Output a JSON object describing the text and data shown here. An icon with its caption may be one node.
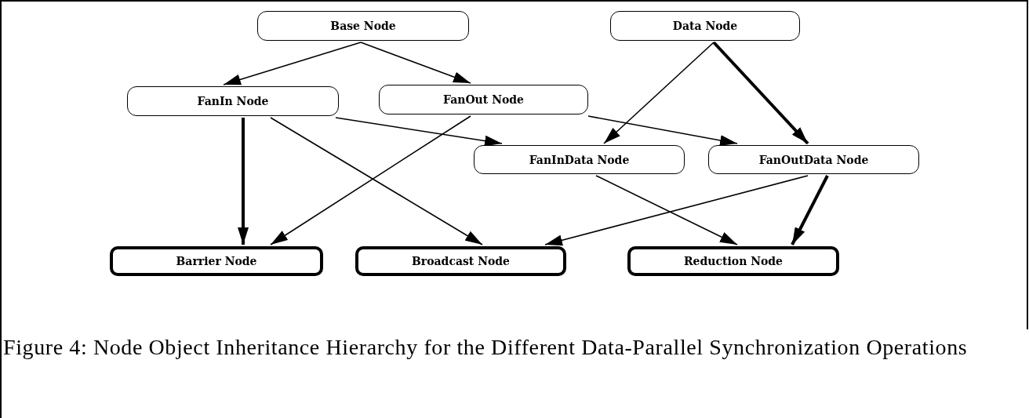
{
  "diagram": {
    "caption": "Figure 4: Node Object Inheritance Hierarchy for the Different Data-Parallel Synchronization Operations",
    "nodes": [
      {
        "text": [
          "Base Node"
        ]
      },
      {
        "text": [
          "Data Node"
        ]
      },
      {
        "text": [
          "FanIn Node"
        ]
      },
      {
        "text": [
          "FanOut Node"
        ]
      },
      {
        "text": [
          "FanInData Node"
        ]
      },
      {
        "text": [
          "FanOutData Node"
        ]
      },
      {
        "text": [
          "Barrier Node"
        ]
      },
      {
        "text": [
          "Broadcast Node"
        ]
      },
      {
        "text": [
          "Reduction Node"
        ]
      }
    ],
    "edges": [
      {
        "from": 0,
        "to": 2,
        "arrow": "to"
      },
      {
        "from": 0,
        "to": 3,
        "arrow": "to"
      },
      {
        "from": 1,
        "to": 4,
        "arrow": "to"
      },
      {
        "from": 1,
        "to": 5,
        "arrow": "to",
        "style": "thick"
      },
      {
        "from": 2,
        "to": 4,
        "arrow": "to"
      },
      {
        "from": 3,
        "to": 5,
        "arrow": "to"
      },
      {
        "from": 2,
        "to": 6,
        "arrow": "to",
        "style": "thick"
      },
      {
        "from": 2,
        "to": 7,
        "arrow": "to"
      },
      {
        "from": 3,
        "to": 6,
        "arrow": "to"
      },
      {
        "from": 4,
        "to": 8,
        "arrow": "to"
      },
      {
        "from": 5,
        "to": 7,
        "arrow": "to"
      },
      {
        "from": 5,
        "to": 8,
        "arrow": "to",
        "style": "thick"
      }
    ]
  }
}
